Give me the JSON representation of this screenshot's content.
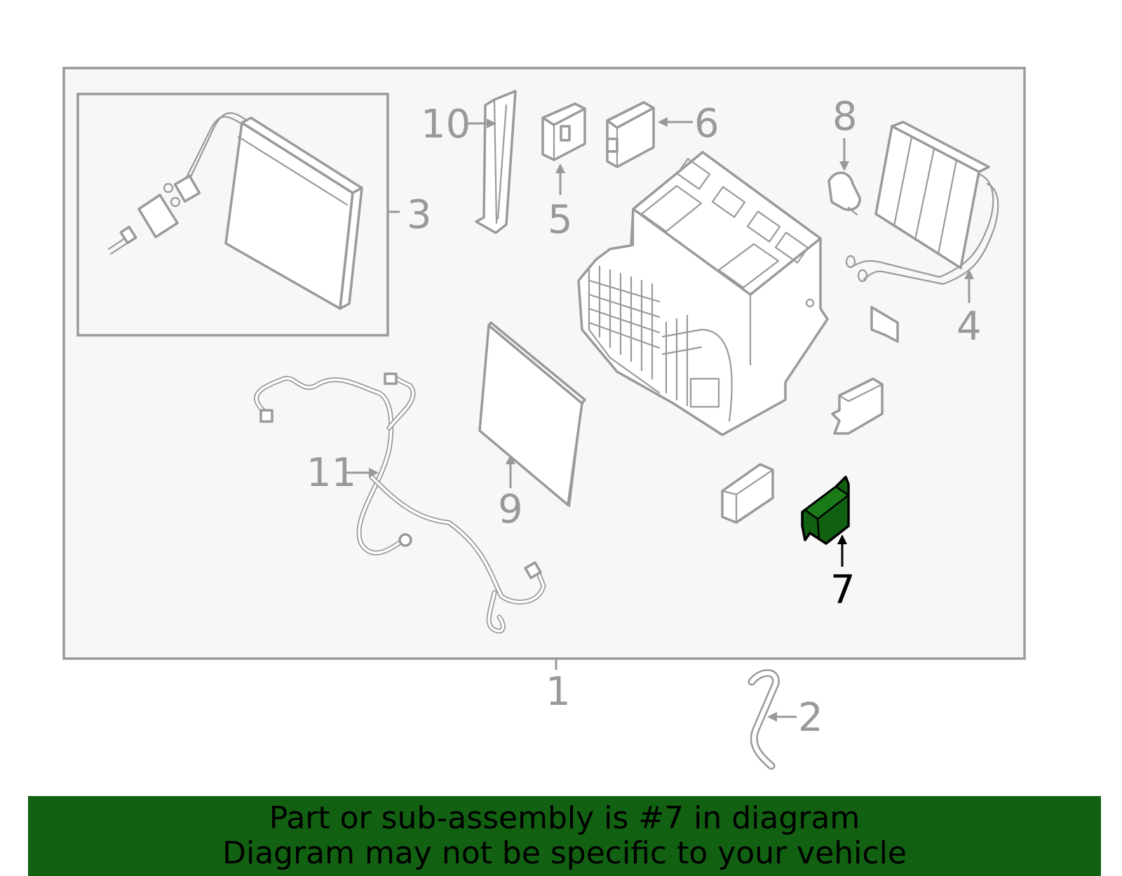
{
  "colors": {
    "line": "#9a9a9a",
    "panel": "#f7f7f7",
    "highlight_part": "#126011",
    "banner_bg": "#126011"
  },
  "callouts": {
    "c1": "1",
    "c2": "2",
    "c3": "3",
    "c4": "4",
    "c5": "5",
    "c6": "6",
    "c7": "7",
    "c8": "8",
    "c9": "9",
    "c10": "10",
    "c11": "11"
  },
  "highlighted_callout": "7",
  "banner": {
    "line1": "Part or sub-assembly is #7 in diagram",
    "line2": "Diagram may not be specific to your vehicle"
  }
}
